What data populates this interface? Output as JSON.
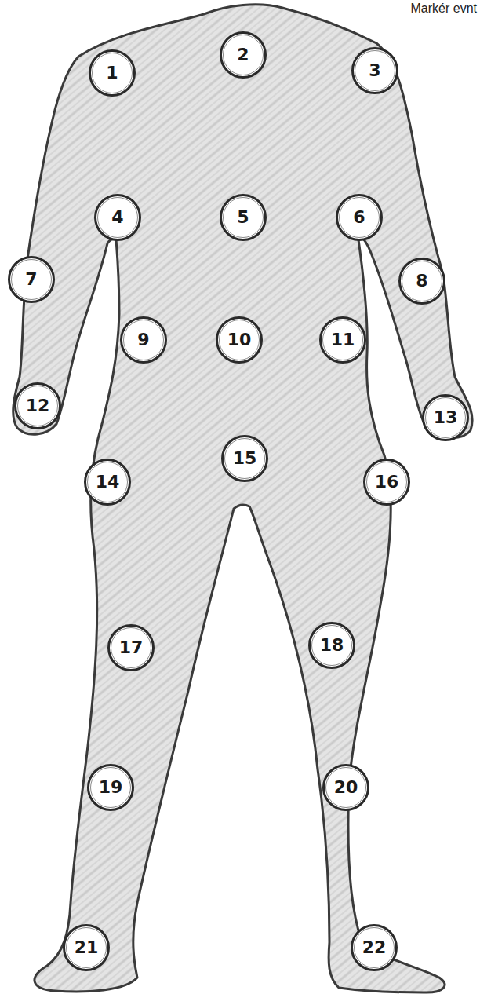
{
  "diagram": {
    "nodes": [
      {
        "text": [
          "1"
        ]
      },
      {
        "text": [
          "2"
        ]
      },
      {
        "text": [
          "3"
        ]
      },
      {
        "text": [
          "4"
        ]
      },
      {
        "text": [
          "5"
        ]
      },
      {
        "text": [
          "6"
        ]
      },
      {
        "text": [
          "7"
        ]
      },
      {
        "text": [
          "8"
        ]
      },
      {
        "text": [
          "9"
        ]
      },
      {
        "text": [
          "10"
        ]
      },
      {
        "text": [
          "11"
        ]
      },
      {
        "text": [
          "12"
        ]
      },
      {
        "text": [
          "13"
        ]
      },
      {
        "text": [
          "14"
        ]
      },
      {
        "text": [
          "15"
        ]
      },
      {
        "text": [
          "16"
        ]
      },
      {
        "text": [
          "17"
        ]
      },
      {
        "text": [
          "18"
        ]
      },
      {
        "text": [
          "19"
        ]
      },
      {
        "text": [
          "20"
        ]
      },
      {
        "text": [
          "21"
        ]
      },
      {
        "text": [
          "22"
        ]
      }
    ],
    "labels": [
      "Markér evnt"
    ]
  }
}
